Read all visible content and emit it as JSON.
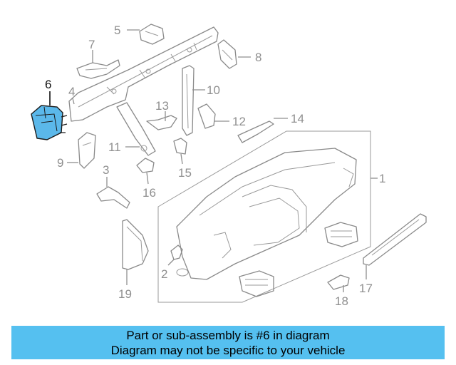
{
  "callouts": {
    "c1": "1",
    "c2": "2",
    "c3": "3",
    "c4": "4",
    "c5": "5",
    "c6": "6",
    "c7": "7",
    "c8": "8",
    "c9": "9",
    "c10": "10",
    "c11": "11",
    "c12": "12",
    "c13": "13",
    "c14": "14",
    "c15": "15",
    "c16": "16",
    "c17": "17",
    "c18": "18",
    "c19": "19"
  },
  "highlight": {
    "part": "6",
    "color": "#5bb8ea"
  },
  "banner": {
    "line1": "Part or sub-assembly is #6 in diagram",
    "line2": "Diagram may not be specific to your vehicle",
    "color": "#55c0f0"
  }
}
